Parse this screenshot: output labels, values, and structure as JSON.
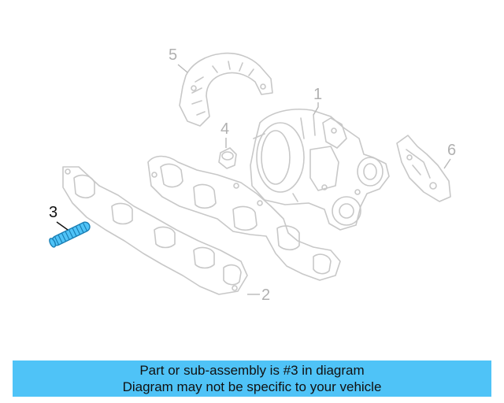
{
  "colors": {
    "highlight": "#4fc3f7",
    "ghost_line": "#c8c8c8",
    "banner_bg": "#4fc3f7"
  },
  "callouts": {
    "c1": "1",
    "c2": "2",
    "c3": "3",
    "c4": "4",
    "c5": "5",
    "c6": "6"
  },
  "banner": {
    "line1": "Part or sub-assembly is #3 in diagram",
    "line2": "Diagram may not be specific to your vehicle"
  }
}
